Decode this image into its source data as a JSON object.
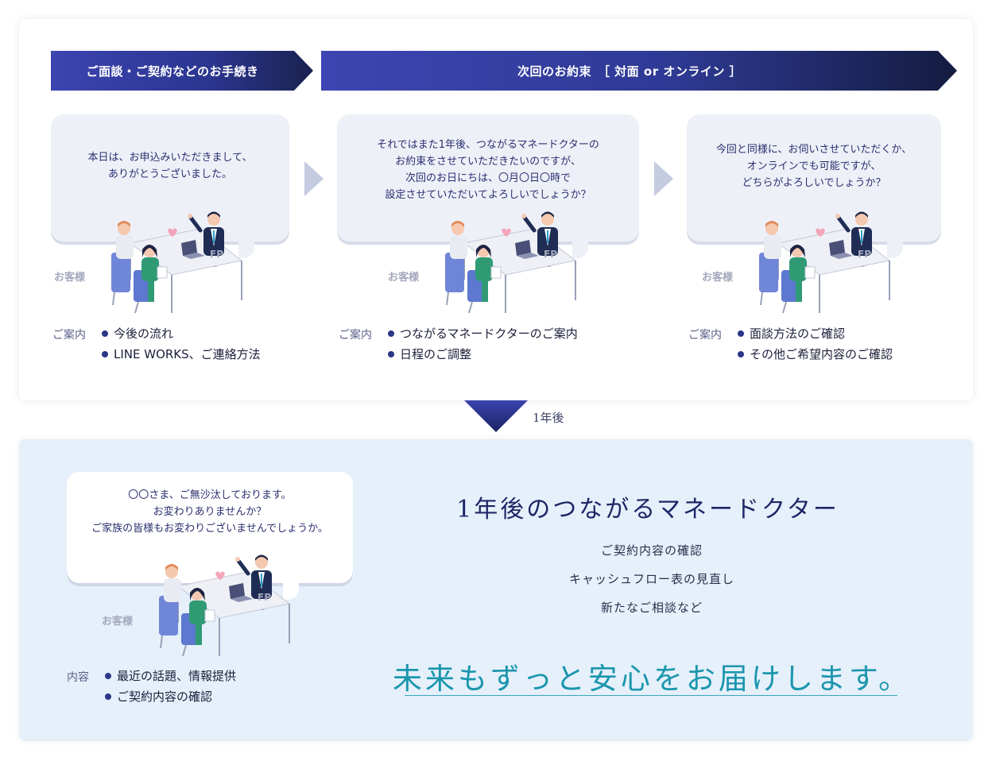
{
  "banners": {
    "procedure": "ご面談・ご契約などのお手続き",
    "next_appointment": "次回のお約束　［ 対面 or オンライン ］"
  },
  "steps": [
    {
      "bubble": "本日は、お申込みいただきまして、\nありがとうございました。",
      "customer_label": "お客様",
      "fp_label": "FP",
      "guide_label": "ご案内",
      "guide_items": [
        "今後の流れ",
        "LINE WORKS、ご連絡方法"
      ]
    },
    {
      "bubble": "それではまた1年後、つながるマネードクターの\nお約束をさせていただきたいのですが、\n次回のお日にちは、〇月〇日〇時で\n設定させていただいてよろしいでしょうか？",
      "customer_label": "お客様",
      "fp_label": "FP",
      "guide_label": "ご案内",
      "guide_items": [
        "つながるマネードクターのご案内",
        "日程のご調整"
      ]
    },
    {
      "bubble": "今回と同様に、お伺いさせていただくか、\nオンラインでも可能ですが、\nどちらがよろしいでしょうか？",
      "customer_label": "お客様",
      "fp_label": "FP",
      "guide_label": "ご案内",
      "guide_items": [
        "面談方法のご確認",
        "その他ご希望内容のご確認"
      ]
    }
  ],
  "transition": {
    "label": "1年後"
  },
  "followup": {
    "bubble": "〇〇さま、ご無沙汰しております。\nお変わりありませんか？\nご家族の皆様もお変わりございませんでしょうか。",
    "customer_label": "お客様",
    "fp_label": "FP",
    "guide_label": "内容",
    "guide_items": [
      "最近の話題、情報提供",
      "ご契約内容の確認"
    ],
    "title": "1年後のつながるマネードクター",
    "items": [
      "ご契約内容の確認",
      "キャッシュフロー表の見直し",
      "新たなご相談など"
    ],
    "tagline": "未来もずっと安心をお届けします。"
  },
  "colors": {
    "navy": "#2c3588",
    "bubble_bg": "#eef0f8",
    "bottom_bg": "#e5f0fb",
    "teal": "#1b96ad"
  }
}
